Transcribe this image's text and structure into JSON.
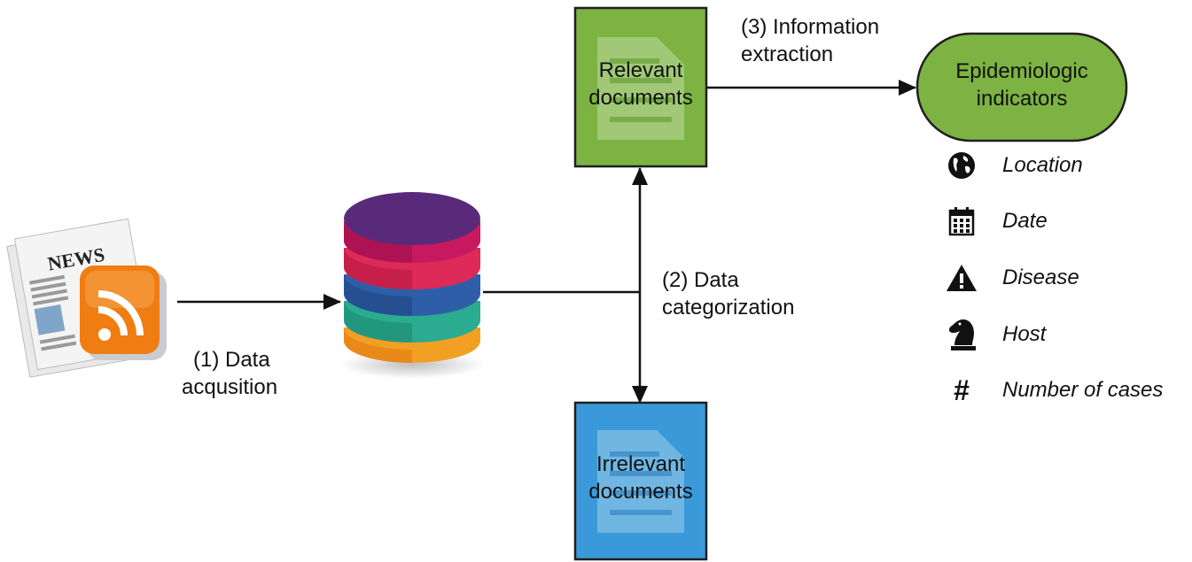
{
  "steps": {
    "acquisition": [
      "(1) Data",
      "acqusition"
    ],
    "categorization": [
      "(2) Data",
      "categorization"
    ],
    "extraction": [
      "(3) Information",
      "extraction"
    ]
  },
  "nodes": {
    "relevant": [
      "Relevant",
      "documents"
    ],
    "irrelevant": [
      "Irrelevant",
      "documents"
    ],
    "indicators": [
      "Epidemiologic",
      "indicators"
    ],
    "news_icon": "NEWS"
  },
  "legend": [
    {
      "icon": "globe-icon",
      "label": "Location"
    },
    {
      "icon": "calendar-icon",
      "label": "Date"
    },
    {
      "icon": "warning-icon",
      "label": "Disease"
    },
    {
      "icon": "horse-icon",
      "label": "Host"
    },
    {
      "icon": "hash-icon",
      "label": "Number of cases"
    }
  ],
  "colors": {
    "relevant_box": "#7cb342",
    "irrelevant_box": "#3a9ad9",
    "indicators_pill": "#7cb342",
    "db_top": "#5a2a7a",
    "db_layers": [
      "#c7195f",
      "#de2a58",
      "#2f5ea9",
      "#2bab8f",
      "#f2a024"
    ]
  }
}
